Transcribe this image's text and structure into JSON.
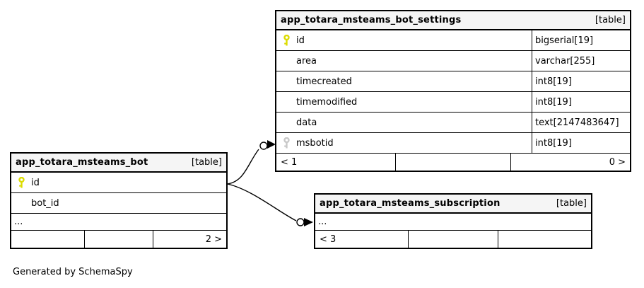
{
  "diagram": {
    "generated_by": "Generated by SchemaSpy"
  },
  "colors": {
    "header_bg": "#f5f5f5",
    "border": "#000000",
    "primary_key_icon": "#dcdc00",
    "foreign_key_icon": "#c8c8c8"
  },
  "tables": [
    {
      "name": "app_totara_msteams_bot_settings",
      "tag": "[table]",
      "columns": [
        {
          "name": "id",
          "type": "bigserial[19]",
          "key": "primary"
        },
        {
          "name": "area",
          "type": "varchar[255]",
          "key": "none"
        },
        {
          "name": "timecreated",
          "type": "int8[19]",
          "key": "none"
        },
        {
          "name": "timemodified",
          "type": "int8[19]",
          "key": "none"
        },
        {
          "name": "data",
          "type": "text[2147483647]",
          "key": "none"
        },
        {
          "name": "msbotid",
          "type": "int8[19]",
          "key": "foreign"
        }
      ],
      "footer": {
        "left": "< 1",
        "mid": "",
        "right": "0 >"
      }
    },
    {
      "name": "app_totara_msteams_bot",
      "tag": "[table]",
      "columns": [
        {
          "name": "id",
          "key": "primary"
        },
        {
          "name": "bot_id",
          "key": "none"
        }
      ],
      "ellipsis": "...",
      "footer": {
        "left": "",
        "mid": "",
        "right": "2 >"
      }
    },
    {
      "name": "app_totara_msteams_subscription",
      "tag": "[table]",
      "ellipsis": "...",
      "footer": {
        "left": "< 3",
        "mid": "",
        "right": ""
      }
    }
  ]
}
